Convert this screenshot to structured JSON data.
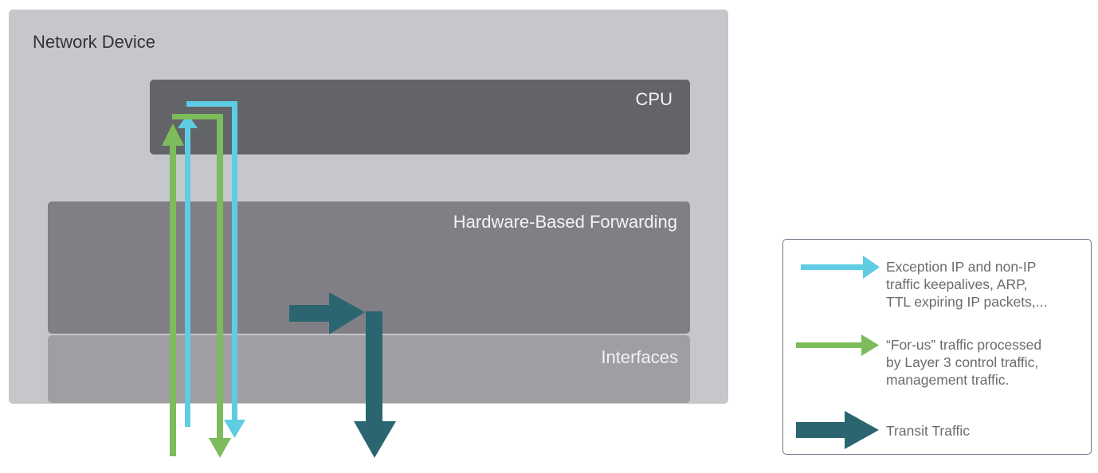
{
  "diagram": {
    "device_label": "Network Device",
    "cpu_label": "CPU",
    "hardware_label": "Hardware-Based Forwarding",
    "interfaces_label": "Interfaces"
  },
  "colors": {
    "exception": "#5ecde3",
    "for_us": "#7cbc5a",
    "transit": "#2b6670"
  },
  "legend": {
    "items": [
      {
        "key": "exception",
        "icon": "light-blue-arrow-icon",
        "text": "Exception IP and non-IP\ntraffic keepalives, ARP,\nTTL expiring IP packets,..."
      },
      {
        "key": "for_us",
        "icon": "green-arrow-icon",
        "text": "“For-us” traffic processed\nby Layer 3 control traffic,\nmanagement traffic."
      },
      {
        "key": "transit",
        "icon": "dark-teal-arrow-icon",
        "text": "Transit Traffic"
      }
    ]
  }
}
